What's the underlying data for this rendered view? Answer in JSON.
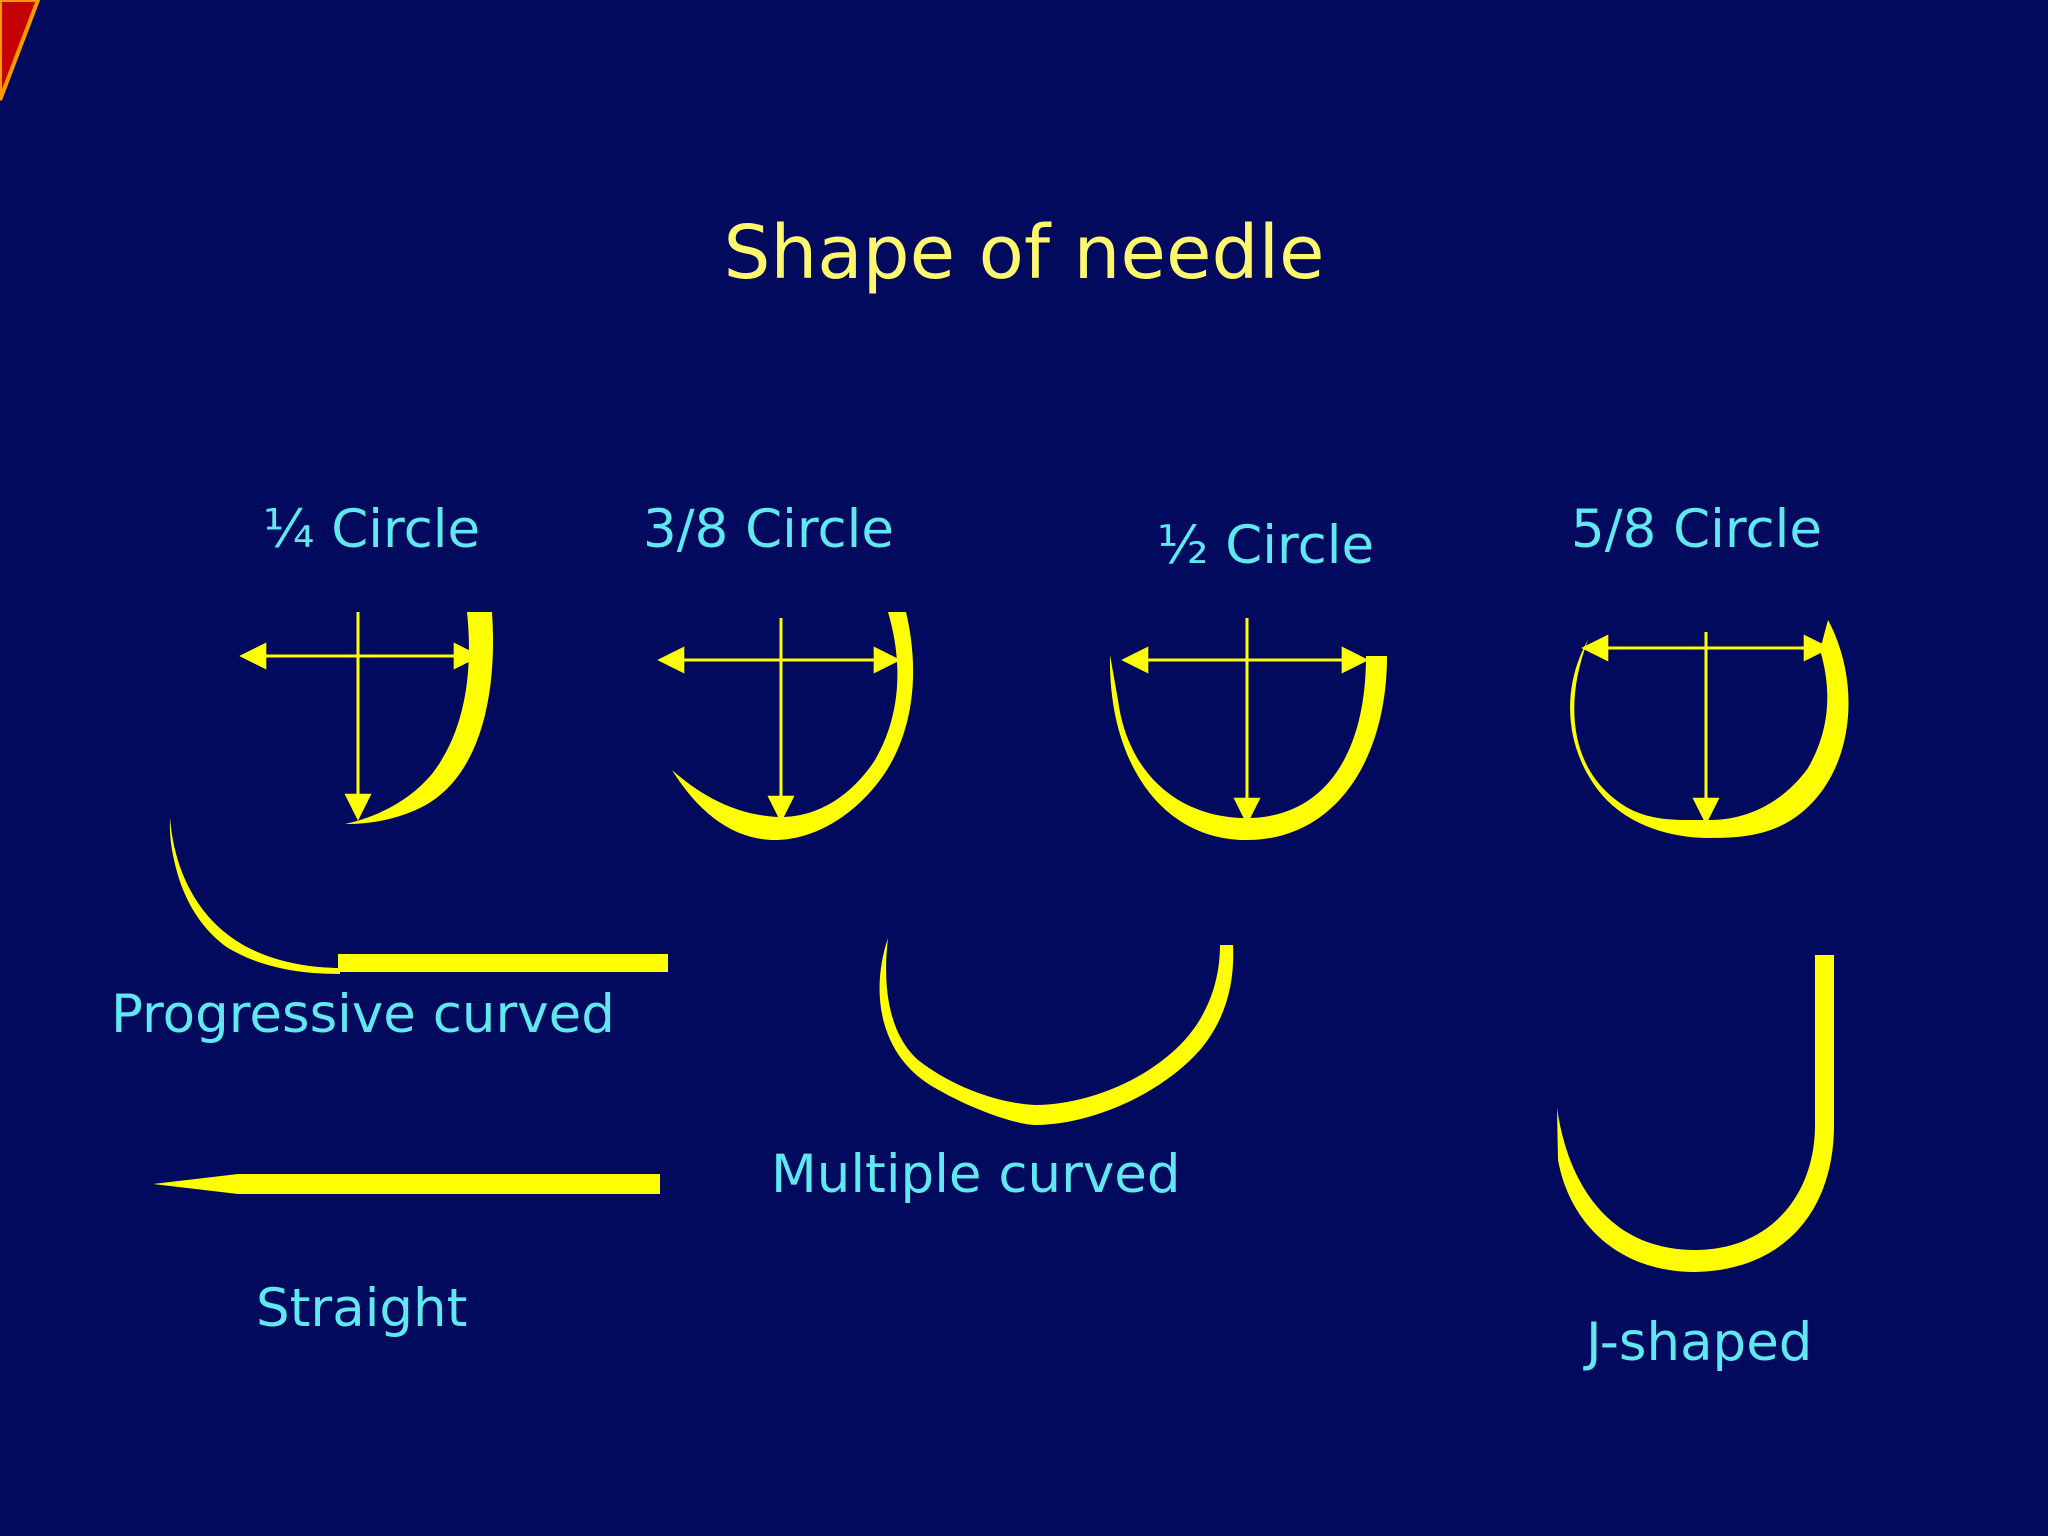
{
  "slide": {
    "title": "Shape of needle",
    "colors": {
      "background": "#020a5e",
      "needle": "#ffff00",
      "label": "#5fe8f0",
      "title": "#fff86e",
      "corner_marker": "#c40000"
    }
  },
  "shapes": {
    "quarter": {
      "label": "¼ Circle"
    },
    "three_eighths": {
      "label": "3/8 Circle"
    },
    "half": {
      "label": "½ Circle"
    },
    "five_eighths": {
      "label": "5/8 Circle"
    },
    "progressive": {
      "label": "Progressive curved"
    },
    "multiple": {
      "label": "Multiple curved"
    },
    "straight": {
      "label": "Straight"
    },
    "j_shaped": {
      "label": "J-shaped"
    }
  }
}
